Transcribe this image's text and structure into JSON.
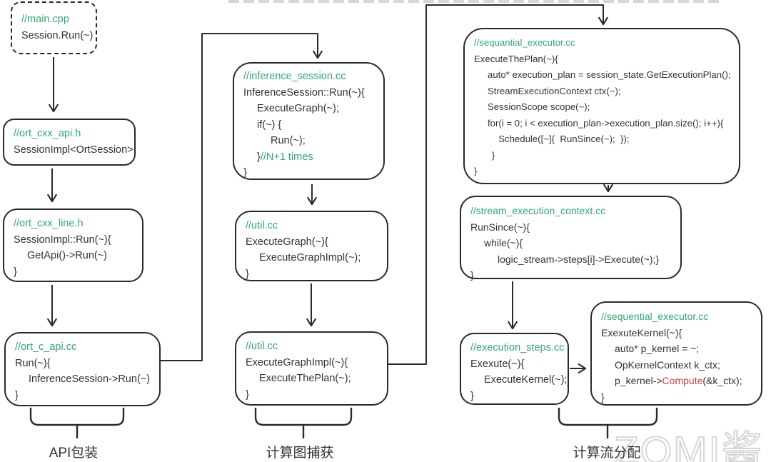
{
  "diagram": {
    "boxes": {
      "main_cpp": {
        "file": "//main.cpp",
        "lines": [
          {
            "t": "Session.Run(~)",
            "ind": 0
          }
        ]
      },
      "ort_cxx_api_h": {
        "file": "//ort_cxx_api.h",
        "lines": [
          {
            "t": "SessionImpl<OrtSession>",
            "ind": 0
          }
        ]
      },
      "ort_cxx_line_h": {
        "file": "//ort_cxx_line.h",
        "lines": [
          {
            "t": "SessionImpl::Run(~){",
            "ind": 0
          },
          {
            "t": "GetApi()->Run(~)",
            "ind": 1
          },
          {
            "t": "}",
            "ind": 0
          }
        ]
      },
      "ort_c_api_cc": {
        "file": "//ort_c_api.cc",
        "lines": [
          {
            "t": "Run(~){",
            "ind": 0
          },
          {
            "t": "InferenceSession->Run(~)",
            "ind": 1
          },
          {
            "t": "}",
            "ind": 0
          }
        ]
      },
      "inference_session_cc": {
        "file": "//inference_session.cc",
        "lines": [
          {
            "t": "InferenceSession::Run(~){",
            "ind": 0
          },
          {
            "t": "ExecuteGraph(~);",
            "ind": 1
          },
          {
            "t": "if(~) {",
            "ind": 1
          },
          {
            "t": "Run(~);",
            "ind": 2
          },
          {
            "seg": [
              {
                "t": "}",
                "c": "dark"
              },
              {
                "t": "//N+1 times",
                "c": "green"
              }
            ],
            "ind": 1
          },
          {
            "t": "}",
            "ind": 0
          }
        ]
      },
      "util_cc_graph": {
        "file": "//util.cc",
        "lines": [
          {
            "t": "ExecuteGraph(~){",
            "ind": 0
          },
          {
            "t": "ExecuteGraphImpl(~);",
            "ind": 1
          },
          {
            "t": "}",
            "ind": 0
          }
        ]
      },
      "util_cc_impl": {
        "file": "//util.cc",
        "lines": [
          {
            "t": "ExecuteGraphImpl(~){",
            "ind": 0
          },
          {
            "t": "ExecuteThePlan(~);",
            "ind": 1
          },
          {
            "t": "}",
            "ind": 0
          }
        ]
      },
      "sequential_executor_plan": {
        "file": "//sequantial_executor.cc",
        "lines": [
          {
            "t": "ExecuteThePlan(~){",
            "ind": 0
          },
          {
            "t": "auto* execution_plan = session_state.GetExecutionPlan();",
            "ind": 1
          },
          {
            "t": "StreamExecutionContext ctx(~);",
            "ind": 1
          },
          {
            "t": "SessionScope scope(~);",
            "ind": 1
          },
          {
            "t": "for(i = 0; i < execution_plan->execution_plan.size(); i++){",
            "ind": 1
          },
          {
            "t": "Schedule([~]{  RunSince(~);  });",
            "ind": 1.8
          },
          {
            "t": "}",
            "ind": 1.3
          },
          {
            "t": "}",
            "ind": 0
          }
        ]
      },
      "stream_execution_context_cc": {
        "file": "//stream_execution_context.cc",
        "lines": [
          {
            "t": "RunSince(~){",
            "ind": 0
          },
          {
            "t": "while(~){",
            "ind": 1
          },
          {
            "t": "logic_stream->steps[i]->Execute(~);}",
            "ind": 2
          },
          {
            "t": "}",
            "ind": 0
          }
        ]
      },
      "execution_steps_cc": {
        "file": "//execution_steps.cc",
        "lines": [
          {
            "t": "Exexute(~){",
            "ind": 0
          },
          {
            "t": "ExecuteKernel(~);",
            "ind": 1
          },
          {
            "t": "}",
            "ind": 0
          }
        ]
      },
      "sequential_executor_kernel": {
        "file": "//sequential_executor.cc",
        "lines": [
          {
            "t": "ExexuteKernel(~){",
            "ind": 0
          },
          {
            "t": "auto* p_kernel = ~;",
            "ind": 1
          },
          {
            "t": "OpKernelContext k_ctx;",
            "ind": 1
          },
          {
            "seg": [
              {
                "t": "p_kernel->",
                "c": "dark"
              },
              {
                "t": "Compute",
                "c": "red"
              },
              {
                "t": "(&k_ctx);",
                "c": "dark"
              }
            ],
            "ind": 1
          },
          {
            "t": "}",
            "ind": 0
          }
        ]
      }
    },
    "group_labels": [
      "API包装",
      "计算图捕获",
      "计算流分配"
    ],
    "watermark": "ZOMI酱",
    "colors": {
      "comment_green": "#2faa6e",
      "code_text": "#333333",
      "compute_red": "#d43c3c",
      "box_border": "#2a2a2a",
      "watermark_gray": "#d6d6d6"
    }
  }
}
